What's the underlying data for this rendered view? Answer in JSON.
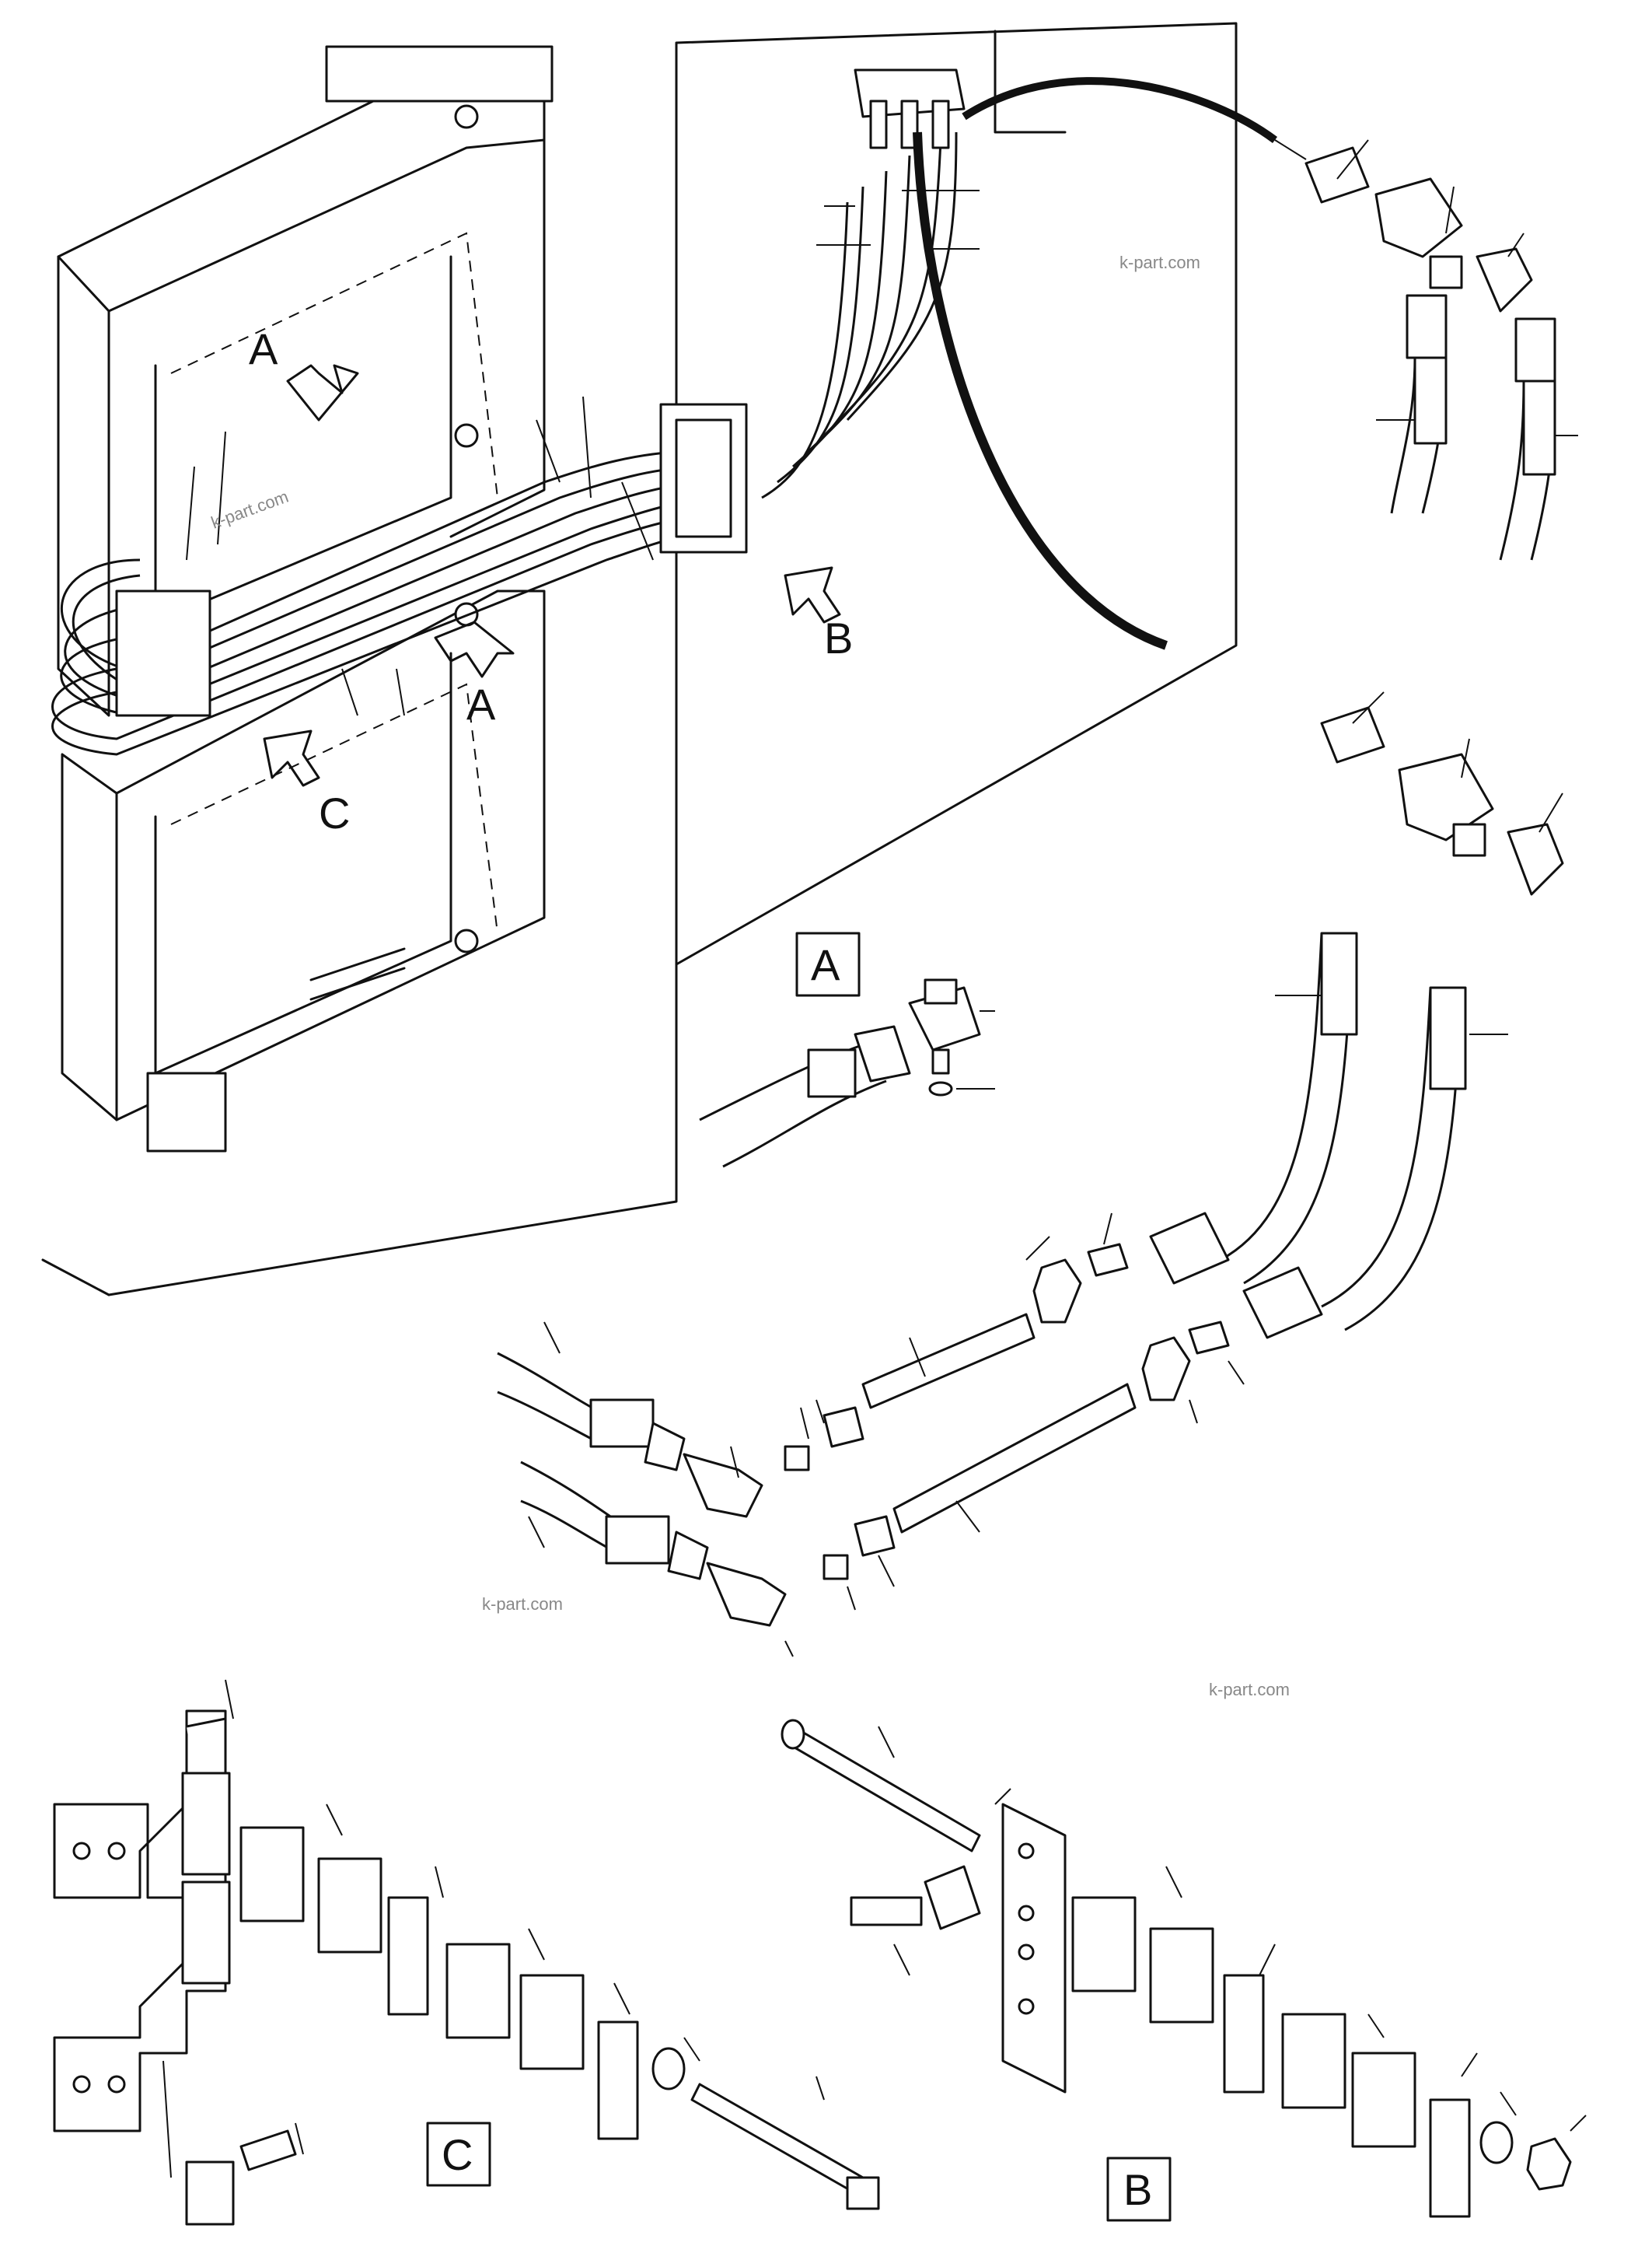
{
  "view_labels": {
    "arrow_a_top": "A",
    "arrow_a_mid": "A",
    "arrow_b": "B",
    "arrow_c": "C"
  },
  "detail_boxes": {
    "detail_a": "A",
    "detail_b": "B",
    "detail_c": "C"
  },
  "watermarks": [
    "k-part.com",
    "k-part.com",
    "k-part.com",
    "k-part.com"
  ]
}
